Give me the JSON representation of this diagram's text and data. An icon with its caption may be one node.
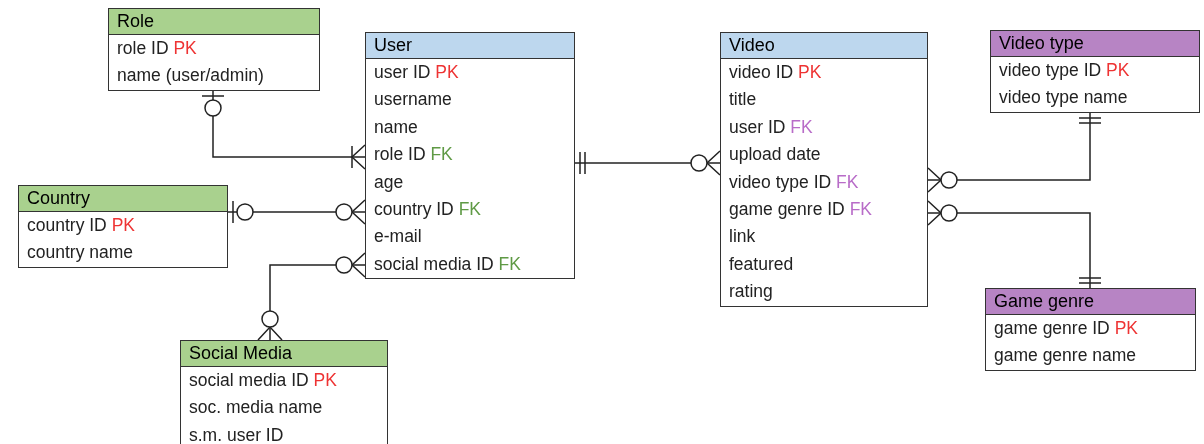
{
  "diagram": {
    "nodes": [
      {
        "text": [
          "Role",
          "role ID PK",
          "name (user/admin)"
        ]
      },
      {
        "text": [
          "User",
          "user ID PK",
          "username",
          "name",
          "role ID FK",
          "age",
          "country ID FK",
          "e-mail",
          "social media ID FK"
        ]
      },
      {
        "text": [
          "Video",
          "video ID PK",
          "title",
          "user ID FK",
          "upload date",
          "video type ID FK",
          "game genre ID FK",
          "link",
          "featured",
          "rating"
        ]
      },
      {
        "text": [
          "Video type",
          "video type ID PK",
          "video type name"
        ]
      },
      {
        "text": [
          "Country",
          "country ID PK",
          "country name"
        ]
      },
      {
        "text": [
          "Game genre",
          "game genre ID PK",
          "game genre name"
        ]
      },
      {
        "text": [
          "Social Media",
          "social media ID PK",
          "soc. media name",
          "s.m. user ID"
        ]
      }
    ],
    "edges": [
      {
        "from": 0,
        "to": 1,
        "arrow": "other"
      },
      {
        "from": 4,
        "to": 1,
        "arrow": "other"
      },
      {
        "from": 6,
        "to": 1,
        "arrow": "other"
      },
      {
        "from": 1,
        "to": 2,
        "arrow": "other"
      },
      {
        "from": 2,
        "to": 3,
        "arrow": "other"
      },
      {
        "from": 2,
        "to": 5,
        "arrow": "other"
      }
    ]
  }
}
